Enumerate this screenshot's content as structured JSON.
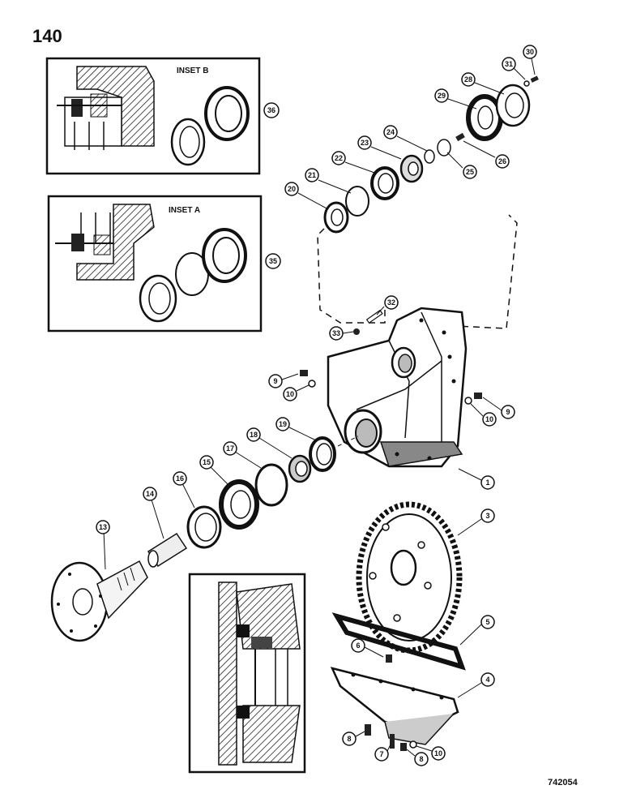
{
  "page": {
    "number": "140",
    "drawing_id": "742054"
  },
  "insets": {
    "b": {
      "title": "INSET B",
      "callout": "36"
    },
    "a": {
      "title": "INSET A",
      "callout": "35"
    }
  },
  "callouts": {
    "c1": "1",
    "c3": "3",
    "c4": "4",
    "c5": "5",
    "c6": "6",
    "c7": "7",
    "c8a": "8",
    "c8b": "8",
    "c9a": "9",
    "c9b": "9",
    "c10a": "10",
    "c10b": "10",
    "c10c": "10",
    "c13": "13",
    "c14": "14",
    "c15": "15",
    "c16": "16",
    "c17": "17",
    "c18": "18",
    "c19": "19",
    "c20": "20",
    "c21": "21",
    "c22": "22",
    "c23": "23",
    "c24": "24",
    "c25": "25",
    "c26": "26",
    "c28": "28",
    "c29": "29",
    "c30": "30",
    "c31": "31",
    "c32": "32",
    "c33": "33"
  }
}
